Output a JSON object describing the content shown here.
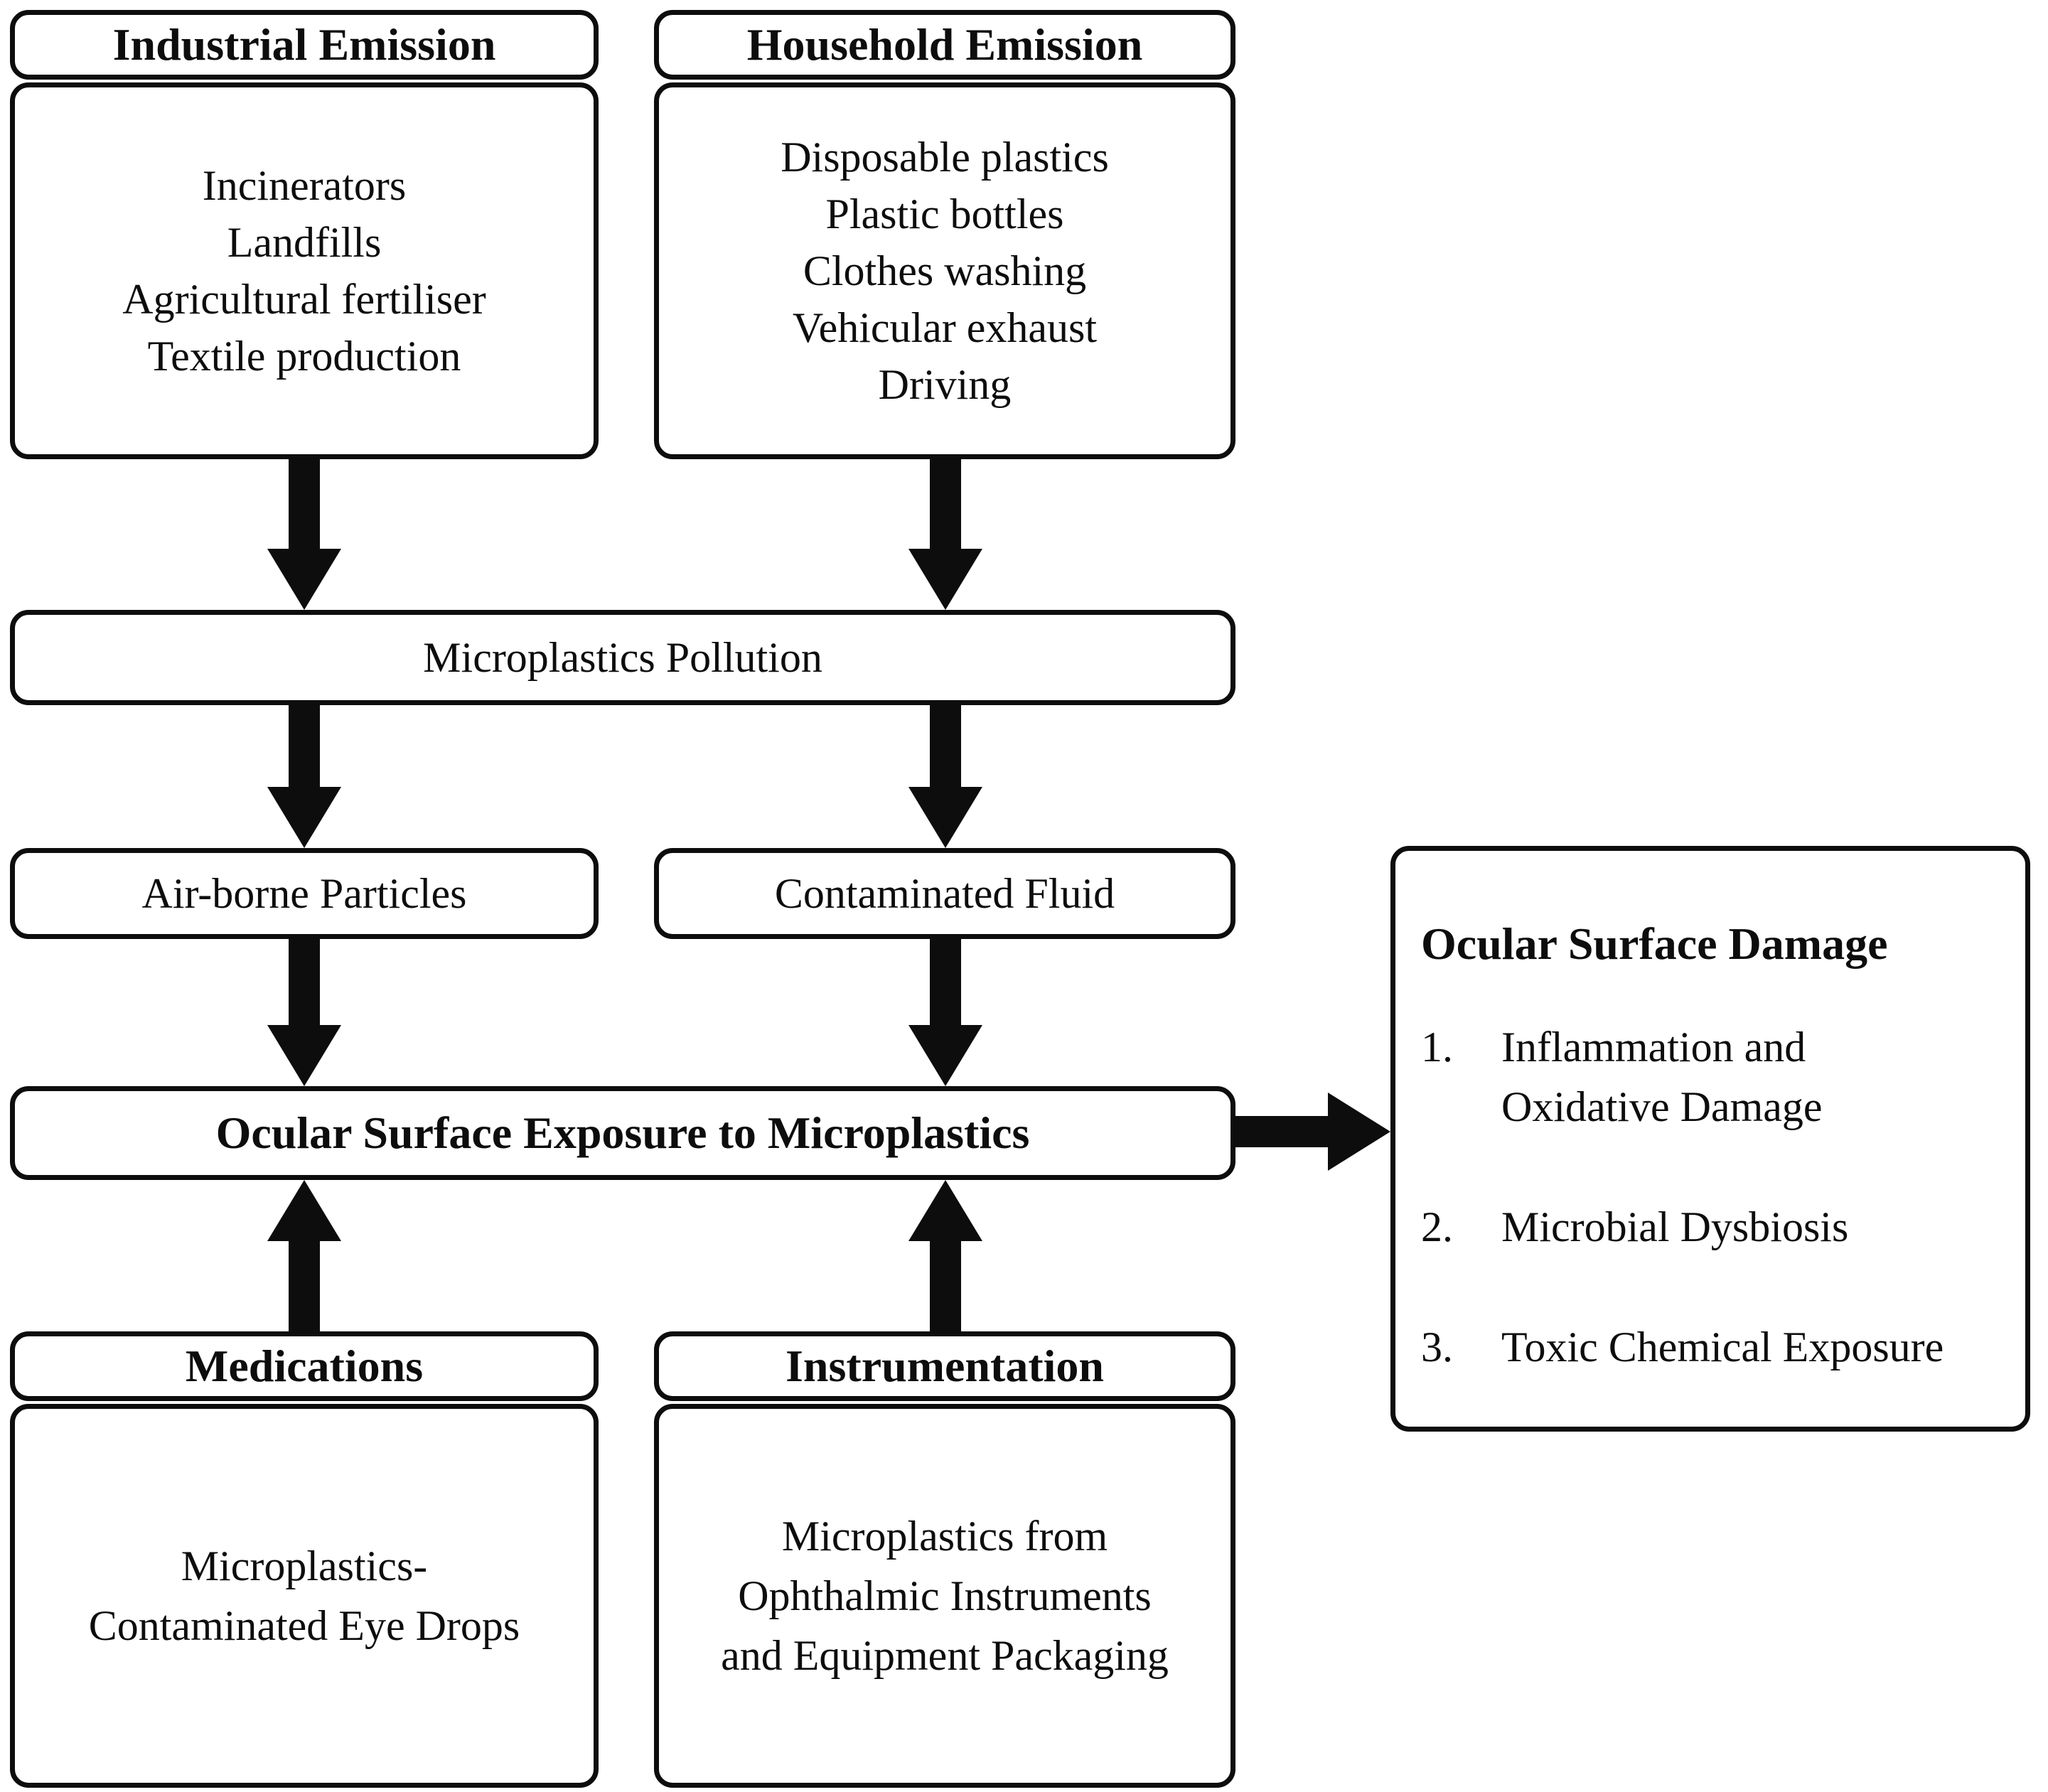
{
  "industrial": {
    "title": "Industrial Emission",
    "items": "Incinerators\nLandfills\nAgricultural fertiliser\nTextile production"
  },
  "household": {
    "title": "Household Emission",
    "items": "Disposable plastics\nPlastic bottles\nClothes washing\nVehicular exhaust\nDriving"
  },
  "pollution": {
    "label": "Microplastics Pollution"
  },
  "airborne": {
    "label": "Air-borne Particles"
  },
  "fluid": {
    "label": "Contaminated Fluid"
  },
  "exposure": {
    "label": "Ocular Surface Exposure to Microplastics"
  },
  "medications": {
    "title": "Medications",
    "items": "Microplastics-\nContaminated Eye Drops"
  },
  "instrumentation": {
    "title": "Instrumentation",
    "items": "Microplastics from\nOphthalmic Instruments\nand Equipment Packaging"
  },
  "damage": {
    "title": "Ocular Surface Damage",
    "items": [
      {
        "num": "1.",
        "text": "Inflammation and\nOxidative Damage"
      },
      {
        "num": "2.",
        "text": "Microbial Dysbiosis"
      },
      {
        "num": "3.",
        "text": "Toxic Chemical Exposure"
      }
    ]
  },
  "colors": {
    "ink": "#0d0d0d",
    "background": "#ffffff"
  }
}
